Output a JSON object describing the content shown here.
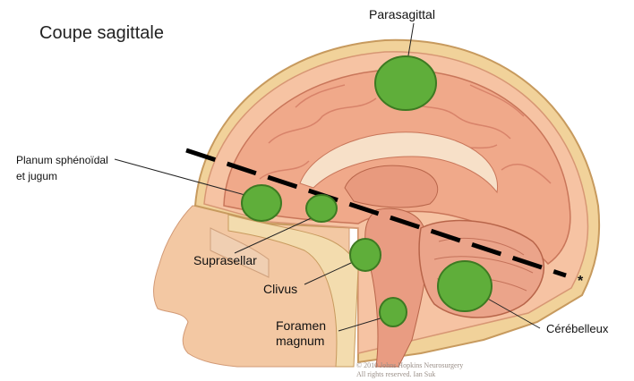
{
  "title": "Coupe sagittale",
  "labels": {
    "parasagittal": "Parasagittal",
    "planum_line1": "Planum sphénoïdal",
    "planum_line2": "et jugum",
    "suprasellar": "Suprasellar",
    "clivus": "Clivus",
    "foramen_line1": "Foramen",
    "foramen_line2": "magnum",
    "cerebelleux": "Cérébelleux"
  },
  "asterisk": "*",
  "copyright_line1": "© 2010 Johns Hopkins Neurosurgery",
  "copyright_line2": "All rights reserved. Ian Suk",
  "colors": {
    "tumor": "#5fae3a",
    "tumor_edge": "#3d7a22",
    "skin": "#f2c39c",
    "brain": "#f0a98a",
    "cut_line": "#000000"
  }
}
